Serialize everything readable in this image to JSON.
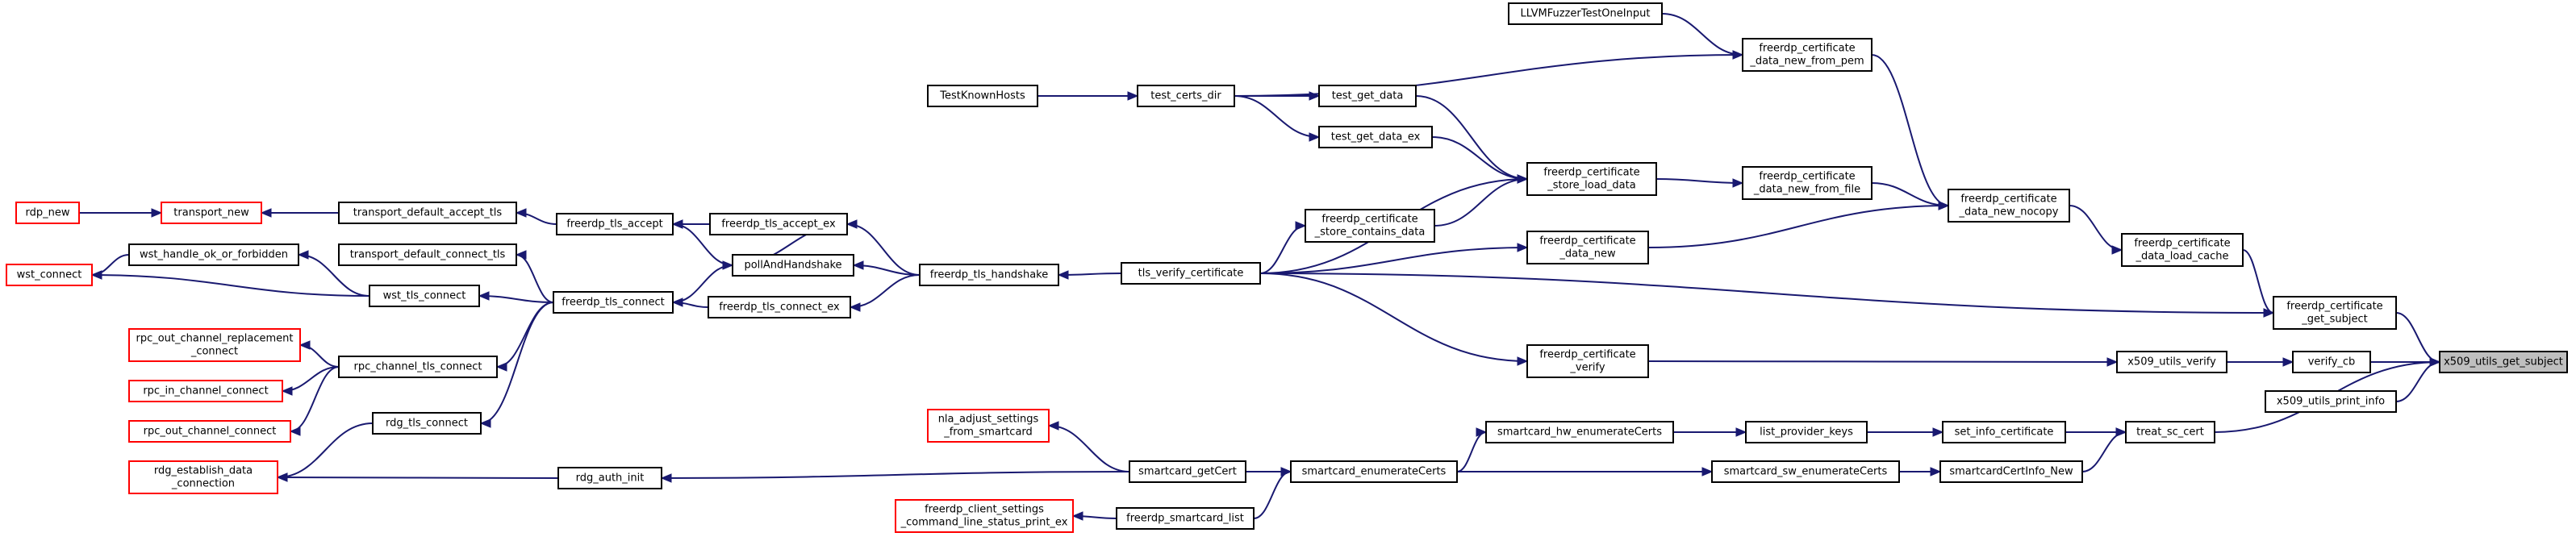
{
  "nodes": [
    {
      "id": "llvm",
      "lines": [
        "LLVMFuzzerTestOneInput"
      ],
      "style": "normal"
    },
    {
      "id": "pem",
      "lines": [
        "freerdp_certificate",
        "_data_new_from_pem"
      ],
      "style": "normal"
    },
    {
      "id": "knownhosts",
      "lines": [
        "TestKnownHosts"
      ],
      "style": "normal"
    },
    {
      "id": "certsdir",
      "lines": [
        "test_certs_dir"
      ],
      "style": "normal"
    },
    {
      "id": "getdata",
      "lines": [
        "test_get_data"
      ],
      "style": "normal"
    },
    {
      "id": "getdataex",
      "lines": [
        "test_get_data_ex"
      ],
      "style": "normal"
    },
    {
      "id": "storeload",
      "lines": [
        "freerdp_certificate",
        "_store_load_data"
      ],
      "style": "normal"
    },
    {
      "id": "fromfile",
      "lines": [
        "freerdp_certificate",
        "_data_new_from_file"
      ],
      "style": "normal"
    },
    {
      "id": "nocopy",
      "lines": [
        "freerdp_certificate",
        "_data_new_nocopy"
      ],
      "style": "normal"
    },
    {
      "id": "loadcache",
      "lines": [
        "freerdp_certificate",
        "_data_load_cache"
      ],
      "style": "normal"
    },
    {
      "id": "contains",
      "lines": [
        "freerdp_certificate",
        "_store_contains_data"
      ],
      "style": "normal"
    },
    {
      "id": "datanew",
      "lines": [
        "freerdp_certificate",
        "_data_new"
      ],
      "style": "normal"
    },
    {
      "id": "rdpnew",
      "lines": [
        "rdp_new"
      ],
      "style": "red"
    },
    {
      "id": "transportnew",
      "lines": [
        "transport_new"
      ],
      "style": "red"
    },
    {
      "id": "acceptdef",
      "lines": [
        "transport_default_accept_tls"
      ],
      "style": "normal"
    },
    {
      "id": "tlsaccept",
      "lines": [
        "freerdp_tls_accept"
      ],
      "style": "normal"
    },
    {
      "id": "tlsacceptex",
      "lines": [
        "freerdp_tls_accept_ex"
      ],
      "style": "normal"
    },
    {
      "id": "wsthandle",
      "lines": [
        "wst_handle_ok_or_forbidden"
      ],
      "style": "normal"
    },
    {
      "id": "connectdef",
      "lines": [
        "transport_default_connect_tls"
      ],
      "style": "normal"
    },
    {
      "id": "poll",
      "lines": [
        "pollAndHandshake"
      ],
      "style": "normal"
    },
    {
      "id": "handshake",
      "lines": [
        "freerdp_tls_handshake"
      ],
      "style": "normal"
    },
    {
      "id": "verifycert",
      "lines": [
        "tls_verify_certificate"
      ],
      "style": "normal"
    },
    {
      "id": "wstconnect",
      "lines": [
        "wst_connect"
      ],
      "style": "red"
    },
    {
      "id": "wsttls",
      "lines": [
        "wst_tls_connect"
      ],
      "style": "normal"
    },
    {
      "id": "tlsconnect",
      "lines": [
        "freerdp_tls_connect"
      ],
      "style": "normal"
    },
    {
      "id": "tlsconnectex",
      "lines": [
        "freerdp_tls_connect_ex"
      ],
      "style": "normal"
    },
    {
      "id": "getsubject",
      "lines": [
        "freerdp_certificate",
        "_get_subject"
      ],
      "style": "normal"
    },
    {
      "id": "rpcrepl",
      "lines": [
        "rpc_out_channel_replacement",
        "_connect"
      ],
      "style": "red"
    },
    {
      "id": "rpctls",
      "lines": [
        "rpc_channel_tls_connect"
      ],
      "style": "normal"
    },
    {
      "id": "rpcin",
      "lines": [
        "rpc_in_channel_connect"
      ],
      "style": "red"
    },
    {
      "id": "rpcout",
      "lines": [
        "rpc_out_channel_connect"
      ],
      "style": "red"
    },
    {
      "id": "certverify",
      "lines": [
        "freerdp_certificate",
        "_verify"
      ],
      "style": "normal"
    },
    {
      "id": "x509verify",
      "lines": [
        "x509_utils_verify"
      ],
      "style": "normal"
    },
    {
      "id": "verifycb",
      "lines": [
        "verify_cb"
      ],
      "style": "normal"
    },
    {
      "id": "x509subject",
      "lines": [
        "x509_utils_get_subject"
      ],
      "style": "focus"
    },
    {
      "id": "x509print",
      "lines": [
        "x509_utils_print_info"
      ],
      "style": "normal"
    },
    {
      "id": "rdgtls",
      "lines": [
        "rdg_tls_connect"
      ],
      "style": "normal"
    },
    {
      "id": "nla",
      "lines": [
        "nla_adjust_settings",
        "_from_smartcard"
      ],
      "style": "red"
    },
    {
      "id": "hwenum",
      "lines": [
        "smartcard_hw_enumerateCerts"
      ],
      "style": "normal"
    },
    {
      "id": "provkeys",
      "lines": [
        "list_provider_keys"
      ],
      "style": "normal"
    },
    {
      "id": "setinfo",
      "lines": [
        "set_info_certificate"
      ],
      "style": "normal"
    },
    {
      "id": "treatsc",
      "lines": [
        "treat_sc_cert"
      ],
      "style": "normal"
    },
    {
      "id": "rdgestablish",
      "lines": [
        "rdg_establish_data",
        "_connection"
      ],
      "style": "red"
    },
    {
      "id": "rdgauth",
      "lines": [
        "rdg_auth_init"
      ],
      "style": "normal"
    },
    {
      "id": "getcert",
      "lines": [
        "smartcard_getCert"
      ],
      "style": "normal"
    },
    {
      "id": "enumcerts",
      "lines": [
        "smartcard_enumerateCerts"
      ],
      "style": "normal"
    },
    {
      "id": "swenum",
      "lines": [
        "smartcard_sw_enumerateCerts"
      ],
      "style": "normal"
    },
    {
      "id": "infonew",
      "lines": [
        "smartcardCertInfo_New"
      ],
      "style": "normal"
    },
    {
      "id": "printex",
      "lines": [
        "freerdp_client_settings",
        "_command_line_status_print_ex"
      ],
      "style": "red"
    },
    {
      "id": "sclist",
      "lines": [
        "freerdp_smartcard_list"
      ],
      "style": "normal"
    }
  ],
  "edges": [
    [
      "llvm",
      "pem"
    ],
    [
      "knownhosts",
      "certsdir"
    ],
    [
      "certsdir",
      "pem"
    ],
    [
      "certsdir",
      "getdata"
    ],
    [
      "certsdir",
      "getdataex"
    ],
    [
      "getdata",
      "storeload"
    ],
    [
      "getdataex",
      "storeload"
    ],
    [
      "verifycert",
      "storeload"
    ],
    [
      "contains",
      "storeload"
    ],
    [
      "storeload",
      "fromfile"
    ],
    [
      "pem",
      "nocopy"
    ],
    [
      "fromfile",
      "nocopy"
    ],
    [
      "datanew",
      "nocopy"
    ],
    [
      "nocopy",
      "loadcache"
    ],
    [
      "loadcache",
      "getsubject"
    ],
    [
      "verifycert",
      "contains"
    ],
    [
      "verifycert",
      "datanew"
    ],
    [
      "verifycert",
      "getsubject"
    ],
    [
      "verifycert",
      "certverify"
    ],
    [
      "rdpnew",
      "transportnew"
    ],
    [
      "acceptdef",
      "transportnew"
    ],
    [
      "tlsaccept",
      "acceptdef"
    ],
    [
      "tlsacceptex",
      "tlsaccept"
    ],
    [
      "poll",
      "tlsaccept"
    ],
    [
      "poll",
      "tlsacceptex"
    ],
    [
      "handshake",
      "tlsacceptex"
    ],
    [
      "handshake",
      "poll"
    ],
    [
      "handshake",
      "tlsconnectex"
    ],
    [
      "verifycert",
      "handshake"
    ],
    [
      "tlsconnect",
      "poll"
    ],
    [
      "tlsconnect",
      "connectdef"
    ],
    [
      "tlsconnect",
      "wsttls"
    ],
    [
      "tlsconnect",
      "rpctls"
    ],
    [
      "tlsconnect",
      "rdgtls"
    ],
    [
      "tlsconnectex",
      "tlsconnect"
    ],
    [
      "wsttls",
      "wsthandle"
    ],
    [
      "wsttls",
      "wstconnect"
    ],
    [
      "wsthandle",
      "wstconnect"
    ],
    [
      "rpctls",
      "rpcrepl"
    ],
    [
      "rpctls",
      "rpcin"
    ],
    [
      "rpctls",
      "rpcout"
    ],
    [
      "rdgtls",
      "rdgestablish"
    ],
    [
      "rdgauth",
      "rdgestablish"
    ],
    [
      "getsubject",
      "x509subject"
    ],
    [
      "certverify",
      "x509verify"
    ],
    [
      "x509verify",
      "verifycb"
    ],
    [
      "verifycb",
      "x509subject"
    ],
    [
      "x509print",
      "x509subject"
    ],
    [
      "treatsc",
      "x509subject"
    ],
    [
      "setinfo",
      "treatsc"
    ],
    [
      "infonew",
      "treatsc"
    ],
    [
      "provkeys",
      "setinfo"
    ],
    [
      "hwenum",
      "provkeys"
    ],
    [
      "enumcerts",
      "hwenum"
    ],
    [
      "enumcerts",
      "swenum"
    ],
    [
      "swenum",
      "infonew"
    ],
    [
      "getcert",
      "enumcerts"
    ],
    [
      "getcert",
      "nla"
    ],
    [
      "getcert",
      "rdgauth"
    ],
    [
      "sclist",
      "enumcerts"
    ],
    [
      "sclist",
      "printex"
    ]
  ]
}
